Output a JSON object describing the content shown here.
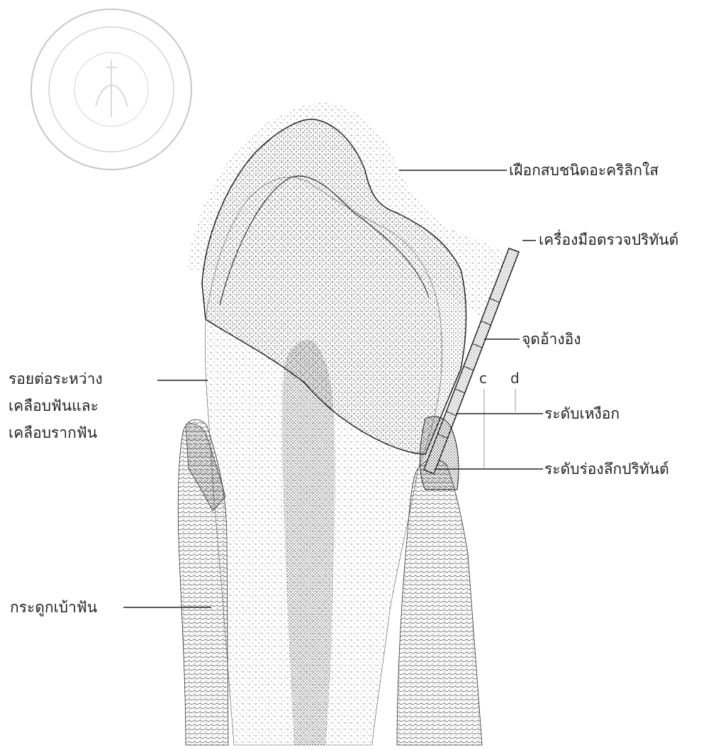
{
  "labels": {
    "acrylic_stent": "เฝือกสบชนิดอะคริลิกใส",
    "probe": "เครื่องมือตรวจปริทันต์",
    "reference_point": "จุดอ้างอิง",
    "gingival_margin": "ระดับเหงือก",
    "pocket_base": "ระดับร่องลึกปริทันต์",
    "cej": [
      "รอยต่อระหว่าง",
      "เคลือบฟันและ",
      "เคลือบรากฟัน"
    ],
    "alveolar_bone": "กระดูกเบ้าฟัน",
    "letter_c": "c",
    "letter_d": "d"
  },
  "icons": {
    "stamp": "institutional-seal-stamp"
  },
  "colors": {
    "ink": "#1a1a1a",
    "stipple": "#3a3a3a",
    "stamp": "#b8b8b8"
  }
}
